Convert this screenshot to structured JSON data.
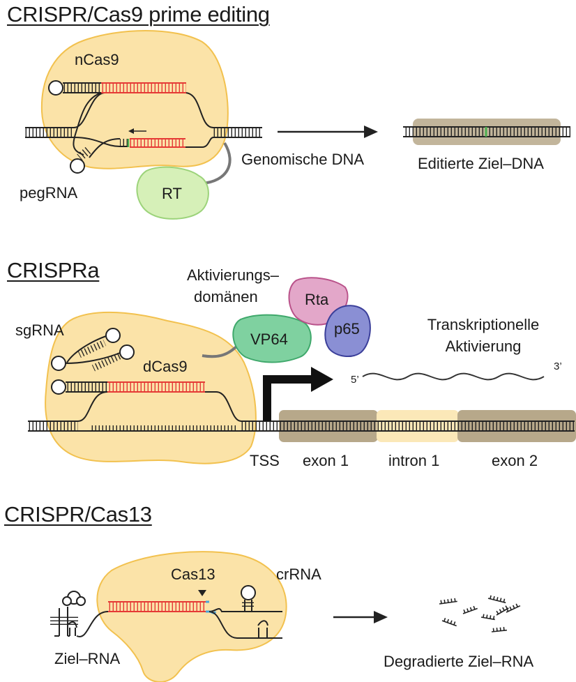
{
  "sections": {
    "prime": {
      "title": "CRISPR/Cas9 prime editing",
      "nickase_label": "nCas9",
      "guide_label": "pegRNA",
      "rt_label": "RT",
      "input_label": "Genomische DNA",
      "output_label": "Editierte Ziel–DNA"
    },
    "activation": {
      "title": "CRISPRa",
      "domains_label_1": "Aktivierungs–",
      "domains_label_2": "domänen",
      "guide_label": "sgRNA",
      "dcas9_label": "dCas9",
      "vp64_label": "VP64",
      "rta_label": "Rta",
      "p65_label": "p65",
      "transcription_label_1": "Transkriptionelle",
      "transcription_label_2": "Aktivierung",
      "five_prime": "5’",
      "three_prime": "3’",
      "tss_label": "TSS",
      "exon1_label": "exon 1",
      "intron1_label": "intron 1",
      "exon2_label": "exon 2"
    },
    "cas13": {
      "title": "CRISPR/Cas13",
      "cas13_label": "Cas13",
      "crrna_label": "crRNA",
      "target_label": "Ziel–RNA",
      "output_label": "Degradierte Ziel–RNA"
    }
  },
  "colors": {
    "protein_fill": "#fbe3a8",
    "protein_stroke": "#f2c14e",
    "guide_red": "#e53935",
    "rt_fill": "#d6f0b8",
    "vp64_fill": "#7fd1a0",
    "rta_fill": "#e3a7c9",
    "p65_fill": "#8a8fd4",
    "exon_fill": "#b7a88a",
    "intron_fill": "#fbe8b8",
    "edit_green": "#4caf50",
    "cut_blue": "#4aa3d8"
  },
  "icons": [
    "right-arrow-icon",
    "promoter-arrow-icon",
    "cleavage-triangle-icon",
    "stem-loop-icon"
  ]
}
